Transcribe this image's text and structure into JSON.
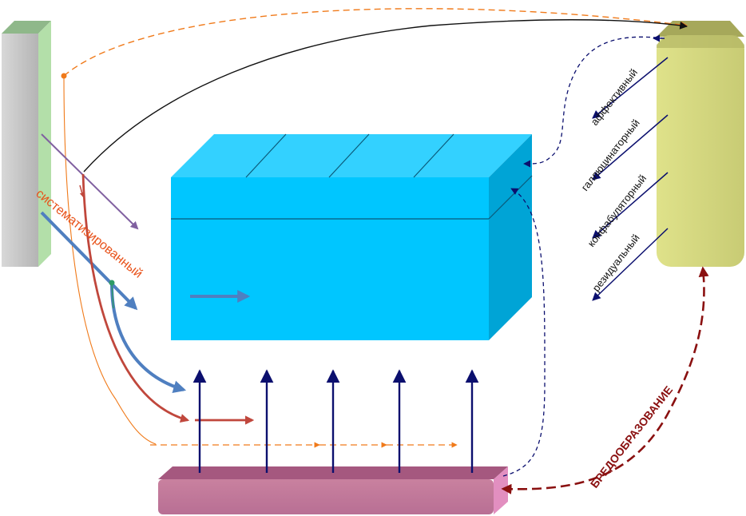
{
  "labels": {
    "left_curve": "систематизированный",
    "right_list": [
      "аффективный",
      "галлюцинаторный",
      "конфабуляторный",
      "резидуальный"
    ],
    "bottom_right": "БРЕДООБРАЗОВАНИЕ"
  },
  "colors": {
    "left_bar": "#c4c4c4",
    "left_bar_side": "#b3dfa9",
    "right_bar": "#d1d47f",
    "bottom_bar": "#c178a0",
    "cube_front": "#00c6ff",
    "cube_top": "#33d1ff",
    "cube_side": "#00a4d6",
    "navy": "#0b0f6e",
    "orange": "#f07a1a",
    "red": "#c0473c",
    "blue": "#4f7fc0",
    "purple": "#8060a0",
    "dark_red": "#8a1010",
    "label_orange": "#e8521a"
  }
}
